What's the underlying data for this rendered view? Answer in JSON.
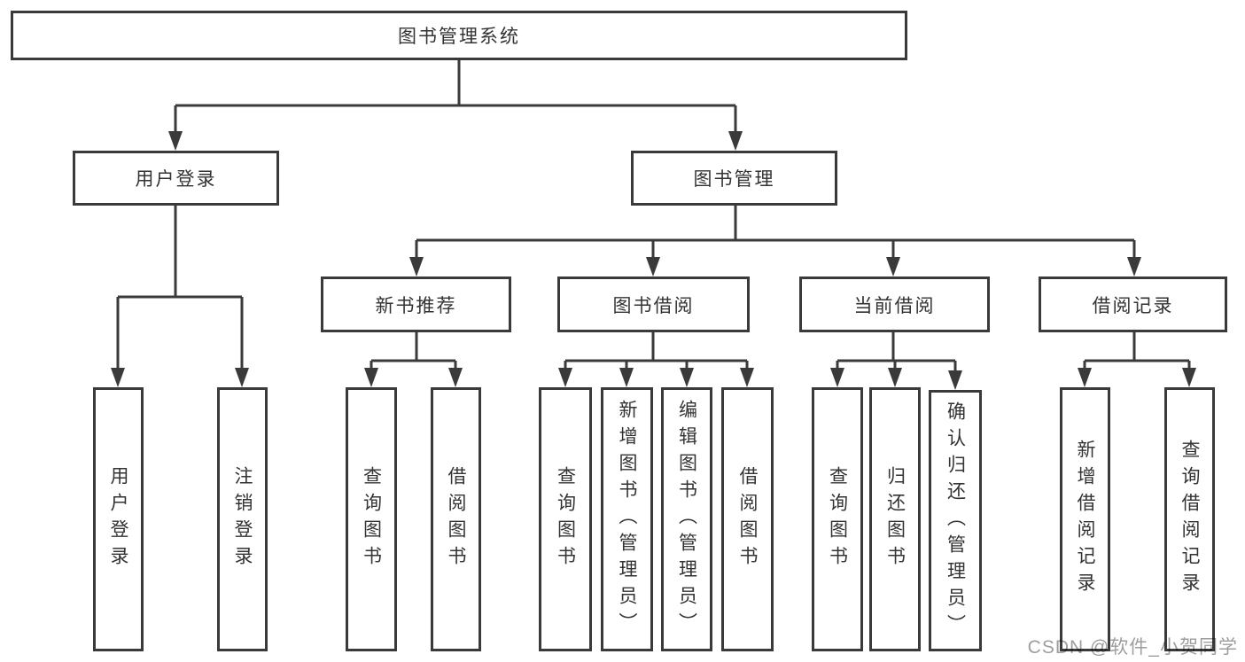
{
  "colors": {
    "line": "#3a3a3a",
    "text": "#333333",
    "watermark": "#9e9e9e",
    "background": "#ffffff"
  },
  "tree": {
    "root": {
      "label": "图书管理系统"
    },
    "user_login": {
      "label": "用户登录",
      "children": [
        {
          "label": "用户登录"
        },
        {
          "label": "注销登录"
        }
      ]
    },
    "book_management": {
      "label": "图书管理",
      "children": [
        {
          "label": "新书推荐",
          "children": [
            {
              "label": "查询图书"
            },
            {
              "label": "借阅图书"
            }
          ]
        },
        {
          "label": "图书借阅",
          "children": [
            {
              "label": "查询图书"
            },
            {
              "label": "新增图书（管理员）"
            },
            {
              "label": "编辑图书（管理员）"
            },
            {
              "label": "借阅图书"
            }
          ]
        },
        {
          "label": "当前借阅",
          "children": [
            {
              "label": "查询图书"
            },
            {
              "label": "归还图书"
            },
            {
              "label": "确认归还（管理员）"
            }
          ]
        },
        {
          "label": "借阅记录",
          "children": [
            {
              "label": "新增借阅记录"
            },
            {
              "label": "查询借阅记录"
            }
          ]
        }
      ]
    }
  },
  "watermark": {
    "text": "CSDN @软件_小贺同学"
  }
}
